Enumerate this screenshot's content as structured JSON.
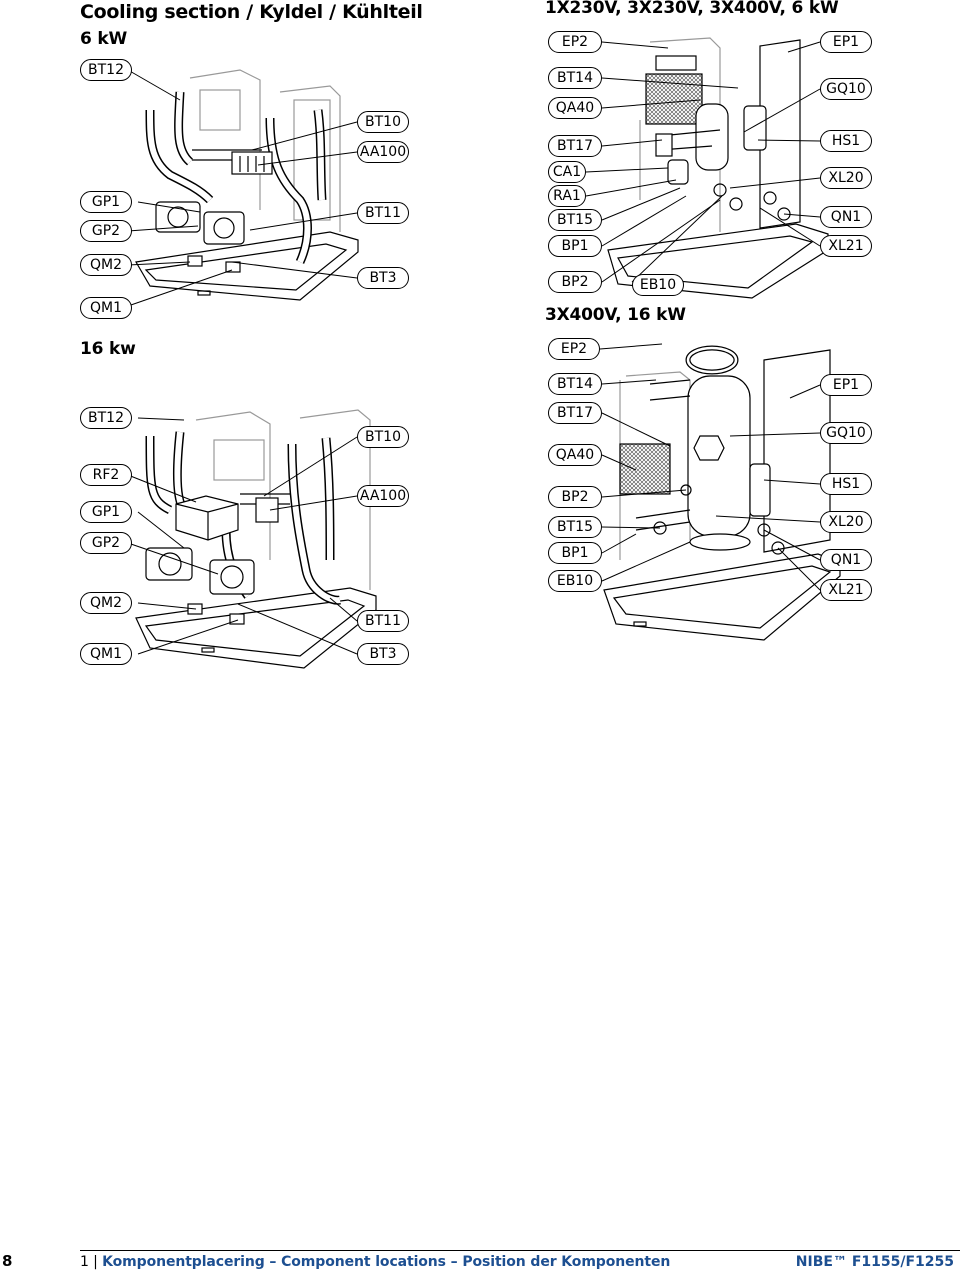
{
  "page": {
    "title": "Cooling section / Kyldel / Kühlteil"
  },
  "diagrams": {
    "d6kw": {
      "heading": "6 kW",
      "labels": {
        "bt12": "BT12",
        "bt10": "BT10",
        "aa100": "AA100",
        "gp1": "GP1",
        "gp2": "GP2",
        "bt11": "BT11",
        "qm2": "QM2",
        "bt3": "BT3",
        "qm1": "QM1"
      }
    },
    "d16kw": {
      "heading": "16 kw",
      "labels": {
        "bt12": "BT12",
        "bt10": "BT10",
        "rf2": "RF2",
        "gp1": "GP1",
        "aa100": "AA100",
        "gp2": "GP2",
        "qm2": "QM2",
        "bt11": "BT11",
        "qm1": "QM1",
        "bt3": "BT3"
      }
    },
    "c6kw": {
      "heading": "1X230V, 3X230V, 3X400V, 6 kW",
      "labels": {
        "ep2": "EP2",
        "ep1": "EP1",
        "bt14": "BT14",
        "gq10": "GQ10",
        "qa40": "QA40",
        "bt17": "BT17",
        "hs1": "HS1",
        "ca1": "CA1",
        "xl20": "XL20",
        "ra1": "RA1",
        "bt15": "BT15",
        "qn1": "QN1",
        "bp1": "BP1",
        "xl21": "XL21",
        "bp2": "BP2",
        "eb10": "EB10"
      }
    },
    "c16kw": {
      "heading": "3X400V, 16 kW",
      "labels": {
        "ep2": "EP2",
        "bt14": "BT14",
        "ep1": "EP1",
        "bt17": "BT17",
        "gq10": "GQ10",
        "qa40": "QA40",
        "bp2": "BP2",
        "hs1": "HS1",
        "bt15": "BT15",
        "xl20": "XL20",
        "bp1": "BP1",
        "qn1": "QN1",
        "eb10": "EB10",
        "xl21": "XL21"
      }
    }
  },
  "footer": {
    "page_number": "8",
    "section_number": "1 |",
    "chapter": "Komponentplacering – Component locations – Position der Komponenten",
    "product": "NIBE™ F1155/F1255"
  }
}
